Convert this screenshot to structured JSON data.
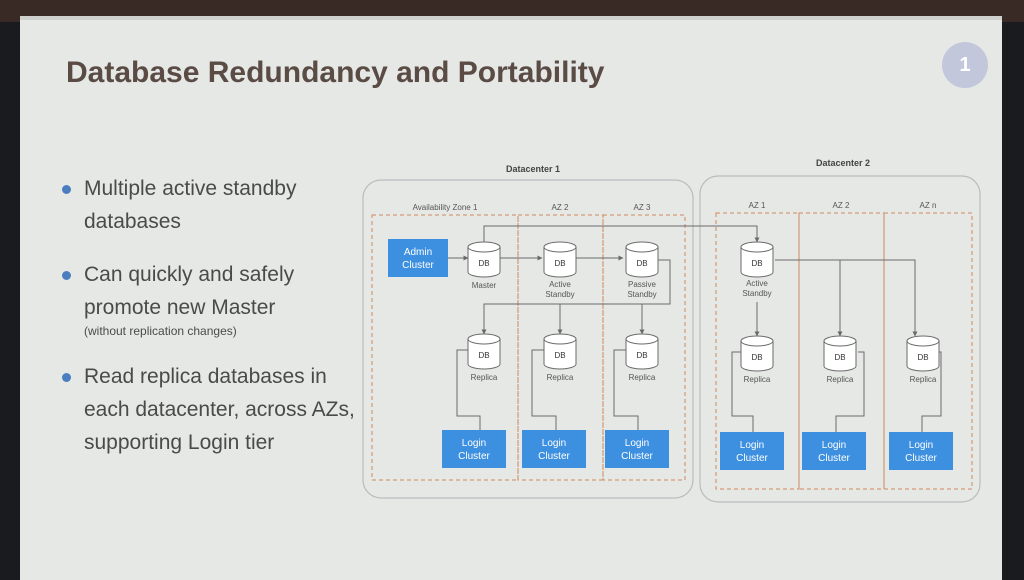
{
  "slide": {
    "title": "Database Redundancy and Portability",
    "page_number": "1"
  },
  "bullets": [
    {
      "text": "Multiple active standby databases",
      "note": ""
    },
    {
      "text": "Can quickly and safely promote new Master",
      "note": "(without replication changes)"
    },
    {
      "text": "Read replica databases in each datacenter, across AZs, supporting Login tier",
      "note": ""
    }
  ],
  "diagram": {
    "datacenter1": {
      "label": "Datacenter 1",
      "zones": [
        "Availability Zone 1",
        "AZ 2",
        "AZ 3"
      ],
      "admin_cluster": "Admin Cluster",
      "dbs": [
        {
          "label": "DB",
          "role": "Master"
        },
        {
          "label": "DB",
          "role": "Active Standby"
        },
        {
          "label": "DB",
          "role": "Passive Standby"
        }
      ]
    },
    "datacenter2": {
      "label": "Datacenter 2",
      "zones": [
        "AZ 1",
        "AZ 2",
        "AZ n"
      ],
      "dbs": [
        {
          "label": "DB",
          "role": "Active Standby"
        }
      ]
    },
    "replica": {
      "label": "DB",
      "role": "Replica"
    },
    "login_cluster": "Login Cluster"
  },
  "colors": {
    "accent": "#3d8fe0",
    "title": "#5a4b45",
    "dashed": "#d08a5a",
    "line": "#6a6a6a",
    "badge": "#c3c7dc"
  }
}
